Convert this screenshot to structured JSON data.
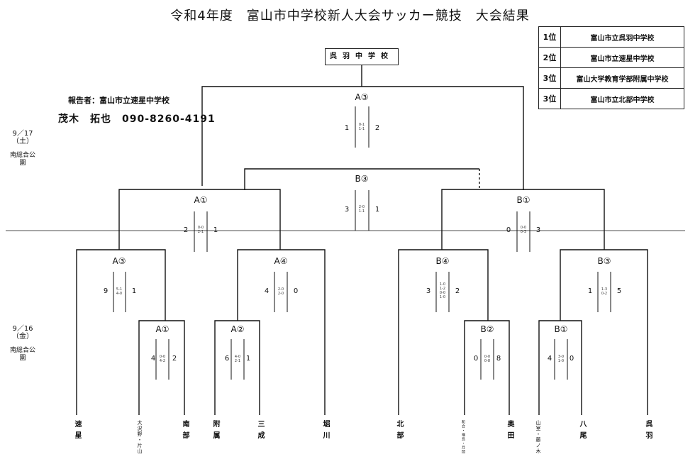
{
  "title": "令和4年度　富山市中学校新人大会サッカー競技　大会結果",
  "champion": "呉羽中学校",
  "rankings": [
    {
      "place": "1位",
      "school": "富山市立呉羽中学校"
    },
    {
      "place": "2位",
      "school": "富山市立速星中学校"
    },
    {
      "place": "3位",
      "school": "富山大学教育学部附属中学校"
    },
    {
      "place": "3位",
      "school": "富山市立北部中学校"
    }
  ],
  "reporter": "報告者：富山市立速星中学校",
  "contact": "茂木　拓也　090-8260-4191",
  "dates": [
    {
      "date": "9／17",
      "day": "（土）",
      "venue": "南総合公園"
    },
    {
      "date": "9／16",
      "day": "（金）",
      "venue": "南総合公園"
    }
  ],
  "teams": [
    "速星",
    "大沢野・片山",
    "南部",
    "附属",
    "三成",
    "堀川",
    "北部",
    "和合・福島・月岡",
    "奥田",
    "山室・藤ノ木",
    "八尾",
    "呉羽"
  ],
  "matches": [
    {
      "label": "A③",
      "left": "1",
      "right": "2",
      "sub": [
        "0-1",
        "1-1"
      ]
    },
    {
      "label": "B③",
      "left": "3",
      "right": "1",
      "sub": [
        "2-0",
        "1-1"
      ]
    },
    {
      "label": "A①",
      "left": "2",
      "right": "1",
      "sub": [
        "0-0",
        "2-1"
      ]
    },
    {
      "label": "B①",
      "left": "0",
      "right": "3",
      "sub": [
        "0-0",
        "0-3"
      ]
    },
    {
      "label": "A③",
      "left": "9",
      "right": "1",
      "sub": [
        "5-1",
        "4-0"
      ]
    },
    {
      "label": "A④",
      "left": "4",
      "right": "0",
      "sub": [
        "2-0",
        "2-0"
      ]
    },
    {
      "label": "B④",
      "left": "3",
      "right": "2",
      "sub": [
        "1-0",
        "1-2",
        "0-0",
        "1-0"
      ]
    },
    {
      "label": "B③",
      "left": "1",
      "right": "5",
      "sub": [
        "1-3",
        "0-2"
      ]
    },
    {
      "label": "A①",
      "left": "4",
      "right": "2",
      "sub": [
        "0-0",
        "4-2"
      ]
    },
    {
      "label": "A②",
      "left": "6",
      "right": "1",
      "sub": [
        "4-0",
        "2-1"
      ]
    },
    {
      "label": "B②",
      "left": "0",
      "right": "8",
      "sub": [
        "0-0",
        "0-8"
      ]
    },
    {
      "label": "B①",
      "left": "4",
      "right": "0",
      "sub": [
        "3-0",
        "1-0"
      ]
    }
  ]
}
